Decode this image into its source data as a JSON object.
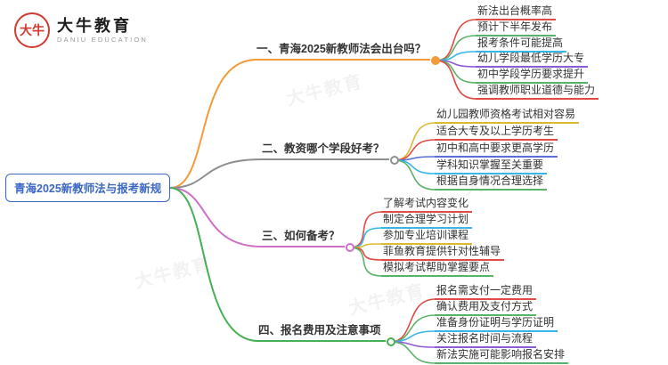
{
  "logo": {
    "badge_text": "大牛",
    "name": "大牛教育",
    "subtitle": "DANIU EDUCATION"
  },
  "root": {
    "label": "青海2025新教师法与报考新规",
    "color": "#3a66c4"
  },
  "watermark": "大牛教育",
  "branches": [
    {
      "label": "一、青海2025新教师法会出台吗？",
      "color": "#f29b38",
      "items": [
        {
          "label": "新法出台概率高",
          "color": "#e04b43"
        },
        {
          "label": "预计下半年发布",
          "color": "#58b368"
        },
        {
          "label": "报考条件可能提高",
          "color": "#37b6e9"
        },
        {
          "label": "幼儿学段最低学历大专",
          "color": "#8e5bd8"
        },
        {
          "label": "初中学段学历要求提升",
          "color": "#58b368"
        },
        {
          "label": "强调教师职业道德与能力",
          "color": "#e04b43"
        }
      ]
    },
    {
      "label": "二、教资哪个学段好考？",
      "color": "#8d9091",
      "items": [
        {
          "label": "幼儿园教师资格考试相对容易",
          "color": "#d8bb2e"
        },
        {
          "label": "适合大专及以上学历考生",
          "color": "#e04b43"
        },
        {
          "label": "初中和高中要求更高学历",
          "color": "#5a6fd8"
        },
        {
          "label": "学科知识掌握至关重要",
          "color": "#37b6e9"
        },
        {
          "label": "根据自身情况合理选择",
          "color": "#58b368"
        }
      ]
    },
    {
      "label": "三、如何备考？",
      "color": "#cf6fc9",
      "items": [
        {
          "label": "了解考试内容变化",
          "color": "#e04b43"
        },
        {
          "label": "制定合理学习计划",
          "color": "#37b6e9"
        },
        {
          "label": "参加专业培训课程",
          "color": "#d8bb2e"
        },
        {
          "label": "菲鱼教育提供针对性辅导",
          "color": "#e04b43"
        },
        {
          "label": "模拟考试帮助掌握要点",
          "color": "#58b368"
        }
      ]
    },
    {
      "label": "四、报名费用及注意事项",
      "color": "#45b054",
      "items": [
        {
          "label": "报名需支付一定费用",
          "color": "#e04b43"
        },
        {
          "label": "确认费用及支付方式",
          "color": "#58b368"
        },
        {
          "label": "准备身份证明与学历证明",
          "color": "#37b6e9"
        },
        {
          "label": "关注报名时间与流程",
          "color": "#8e5bd8"
        },
        {
          "label": "新法实施可能影响报名安排",
          "color": "#58b368"
        }
      ]
    }
  ]
}
